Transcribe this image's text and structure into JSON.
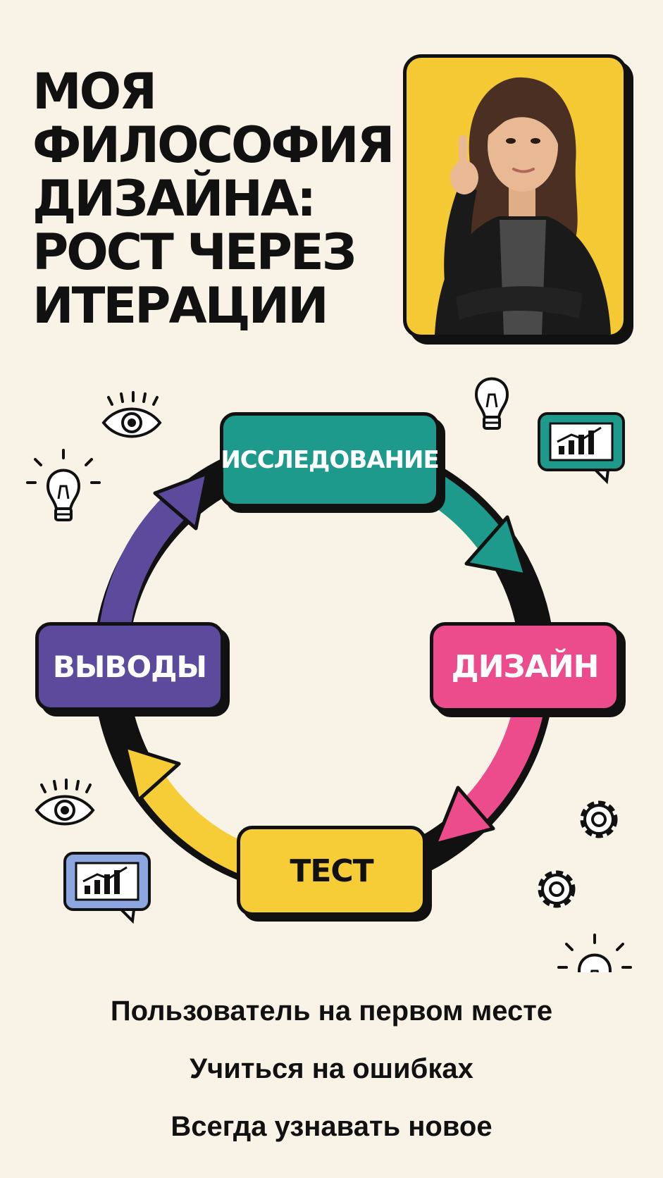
{
  "header": {
    "title_lines": [
      "Моя",
      "философия",
      "дизайна:",
      "рост через",
      "итерации"
    ]
  },
  "colors": {
    "background": "#f8f3e6",
    "teal": "#1d9a8b",
    "pink": "#ec4c8c",
    "yellow": "#f6cd36",
    "purple": "#5c4b9d",
    "photo_background": "#f4c933",
    "ink": "#111111",
    "chart_card_blue": "#8da6e0"
  },
  "cycle": {
    "stages": [
      {
        "id": "research",
        "label": "ИССЛЕДОВАНИЕ"
      },
      {
        "id": "design",
        "label": "ДИЗАЙН"
      },
      {
        "id": "test",
        "label": "ТЕСТ"
      },
      {
        "id": "conclusions",
        "label": "ВЫВОДЫ"
      }
    ],
    "flow": "clockwise"
  },
  "decorations": {
    "icons": [
      "eye-icon",
      "lightbulb-icon",
      "chart-card-icon",
      "gear-icon"
    ]
  },
  "principles": [
    "Пользователь на первом месте",
    "Учиться на ошибках",
    "Всегда узнавать новое"
  ]
}
